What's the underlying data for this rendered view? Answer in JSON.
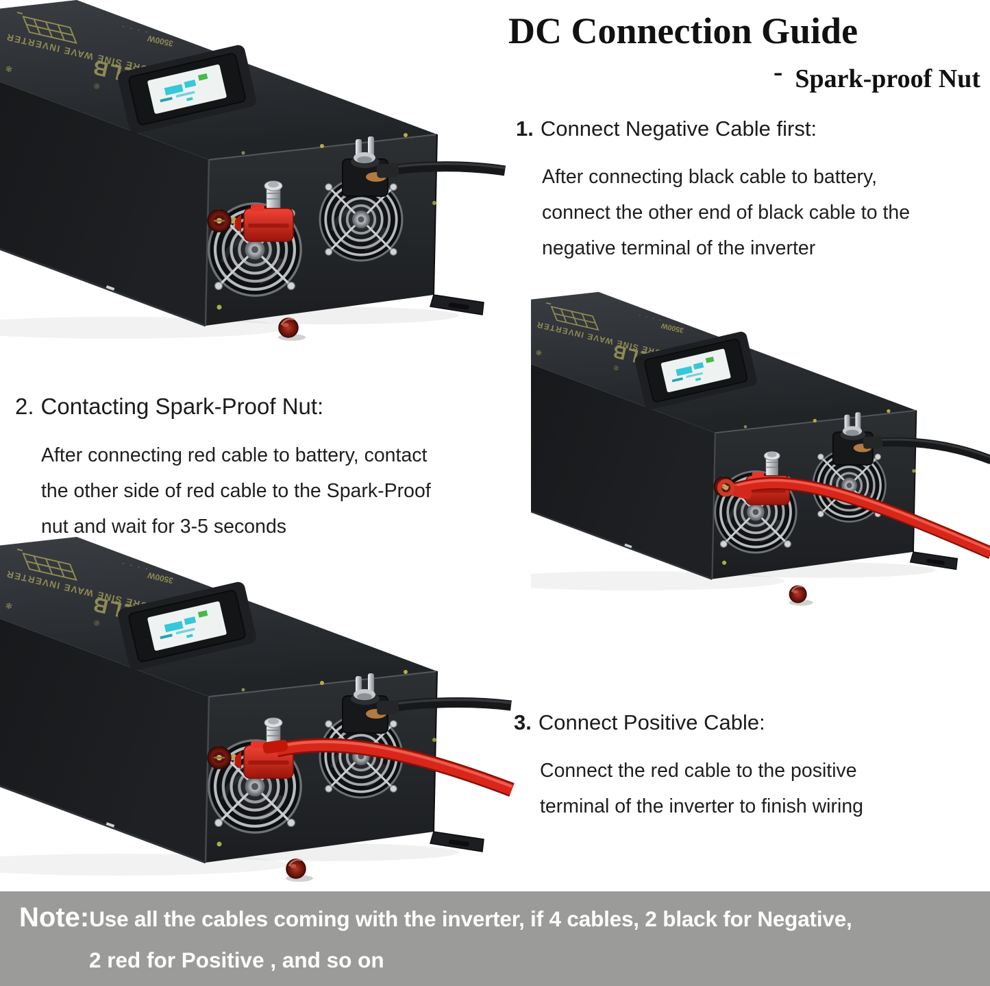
{
  "header": {
    "title": "DC Connection Guide",
    "subtitle_dash": "-",
    "subtitle": "Spark-proof Nut"
  },
  "steps": [
    {
      "number": "1.",
      "title": "Connect Negative Cable first:",
      "body": [
        "After connecting black cable to battery,",
        "connect the other end of black cable to the",
        "negative terminal of  the inverter"
      ]
    },
    {
      "number": "2.",
      "title": "Contacting Spark-Proof Nut:",
      "body": [
        "After connecting red cable to battery, contact",
        "the other side of red cable to the Spark-Proof",
        "nut and wait for 3-5 seconds"
      ]
    },
    {
      "number": "3.",
      "title": "Connect Positive Cable:",
      "body": [
        "Connect the red cable to the positive",
        "terminal of the inverter to finish wiring"
      ]
    }
  ],
  "note": {
    "prefix": "Note:",
    "line1": "Use all the cables coming with the inverter, if  4 cables, 2 black for Negative,",
    "line2": "2 red for Positive , and so on",
    "background": "#9b9b99",
    "text_color": "#ffffff"
  },
  "product": {
    "brand": "WZRELB",
    "brand_mark": "®",
    "tagline": "PURE SINE WAVE INVERTER",
    "wattage": "3500W",
    "body_color": "#202326",
    "gold_text": "#8f8a55",
    "accent_red": "#e03226",
    "cable_black": "#17181a",
    "cable_red": "#d8271a",
    "spark_nut_red": "#6b160d"
  }
}
